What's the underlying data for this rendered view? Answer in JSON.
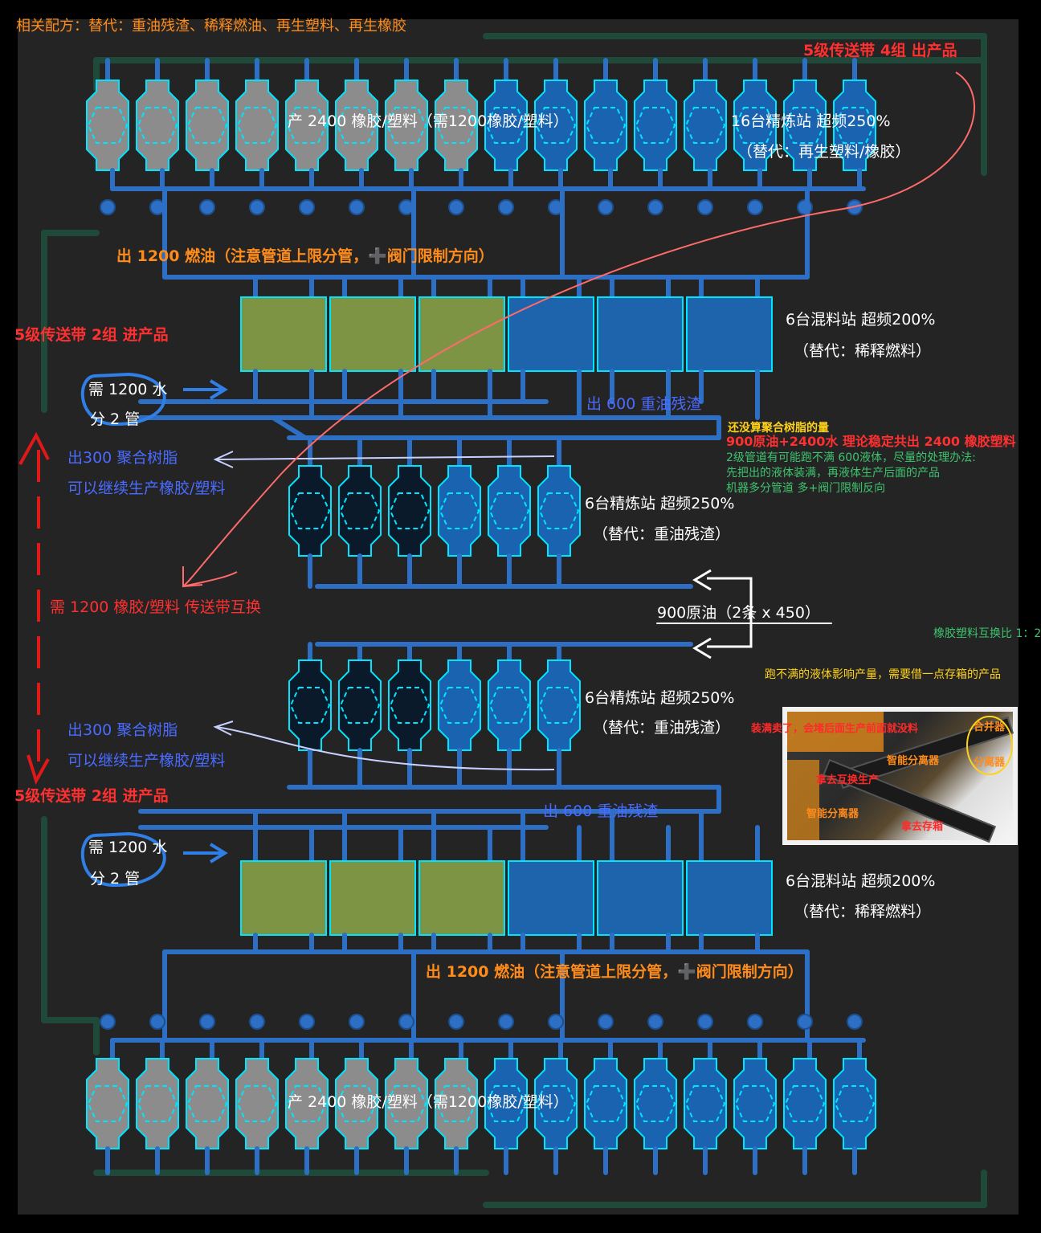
{
  "header": {
    "recipes": "相关配方：替代：重油残渣、稀释燃油、再生塑料、再生橡胶"
  },
  "labels": {
    "out_belt_top": "5级传送带 4组 出产品",
    "top_produce": "产 2400 橡胶/塑料（需1200橡胶/塑料）",
    "top_refinery_count": "16台精炼站 超频250%",
    "top_refinery_alt": "（替代：再生塑料/橡胶）",
    "fuel_out_top": "出 1200 燃油（注意管道上限分管，➕阀门限制方向）",
    "in_belt_left_top": "5级传送带 2组 进产品",
    "blender_count_top": "6台混料站 超频200%",
    "blender_alt_top": "（替代：稀释燃料）",
    "water_top_1": "需 1200 水",
    "water_top_2": "分 2 管",
    "residue_top": "出 600 重油残渣",
    "resin_top_1": "出300 聚合树脂",
    "resin_top_2": "可以继续生产橡胶/塑料",
    "refinery_mid_count_top": "6台精炼站 超频250%",
    "refinery_mid_alt_top": "（替代：重油残渣）",
    "need_swap": "需 1200 橡胶/塑料 传送带互换",
    "crude_in": "900原油（2条 x 450）",
    "refinery_mid_count_bot": "6台精炼站 超频250%",
    "refinery_mid_alt_bot": "（替代：重油残渣）",
    "resin_bot_1": "出300 聚合树脂",
    "resin_bot_2": "可以继续生产橡胶/塑料",
    "in_belt_left_bot": "5级传送带 2组 进产品",
    "residue_bot": "出 600 重油残渣",
    "water_bot_1": "需 1200 水",
    "water_bot_2": "分 2 管",
    "blender_count_bot": "6台混料站 超频200%",
    "blender_alt_bot": "（替代：稀释燃料）",
    "fuel_out_bot": "出 1200 燃油（注意管道上限分管，➕阀门限制方向）",
    "bot_produce": "产 2400 橡胶/塑料（需1200橡胶/塑料）"
  },
  "notes": {
    "resin_not_counted": "还没算聚合树脂的量",
    "total": "900原油+2400水 理论稳定共出 2400 橡胶塑料",
    "tip1": "2级管道有可能跑不满 600液体，尽量的处理办法:",
    "tip2": "先把出的液体装满，再液体生产后面的产品",
    "tip3": "机器多分管道 多+阀门限制反向",
    "ratio": "橡胶塑料互换比 1：2",
    "fluid_warn": "跑不满的液体影响产量，需要借一点存箱的产品"
  },
  "inset": {
    "full_sold": "装满卖了，会堵后面生产前面就没料",
    "merger": "合并器",
    "splitter": "分离器",
    "smart_splitter_1": "智能分离器",
    "swap_production": "拿去互换生产",
    "smart_splitter_2": "智能分离器",
    "take_storage": "拿去存箱"
  },
  "colors": {
    "background": "#242424",
    "pipe": "#2c6fc4",
    "machine_cyan": "#00e5ff",
    "refinery_blue": "#1a63b0",
    "refinery_grey": "#8c8c8c",
    "refinery_dark": "#0a1a2a",
    "blender_green": "#7d9445",
    "blender_blue": "#1d64ad",
    "belt_green": "#1f4a3a"
  }
}
